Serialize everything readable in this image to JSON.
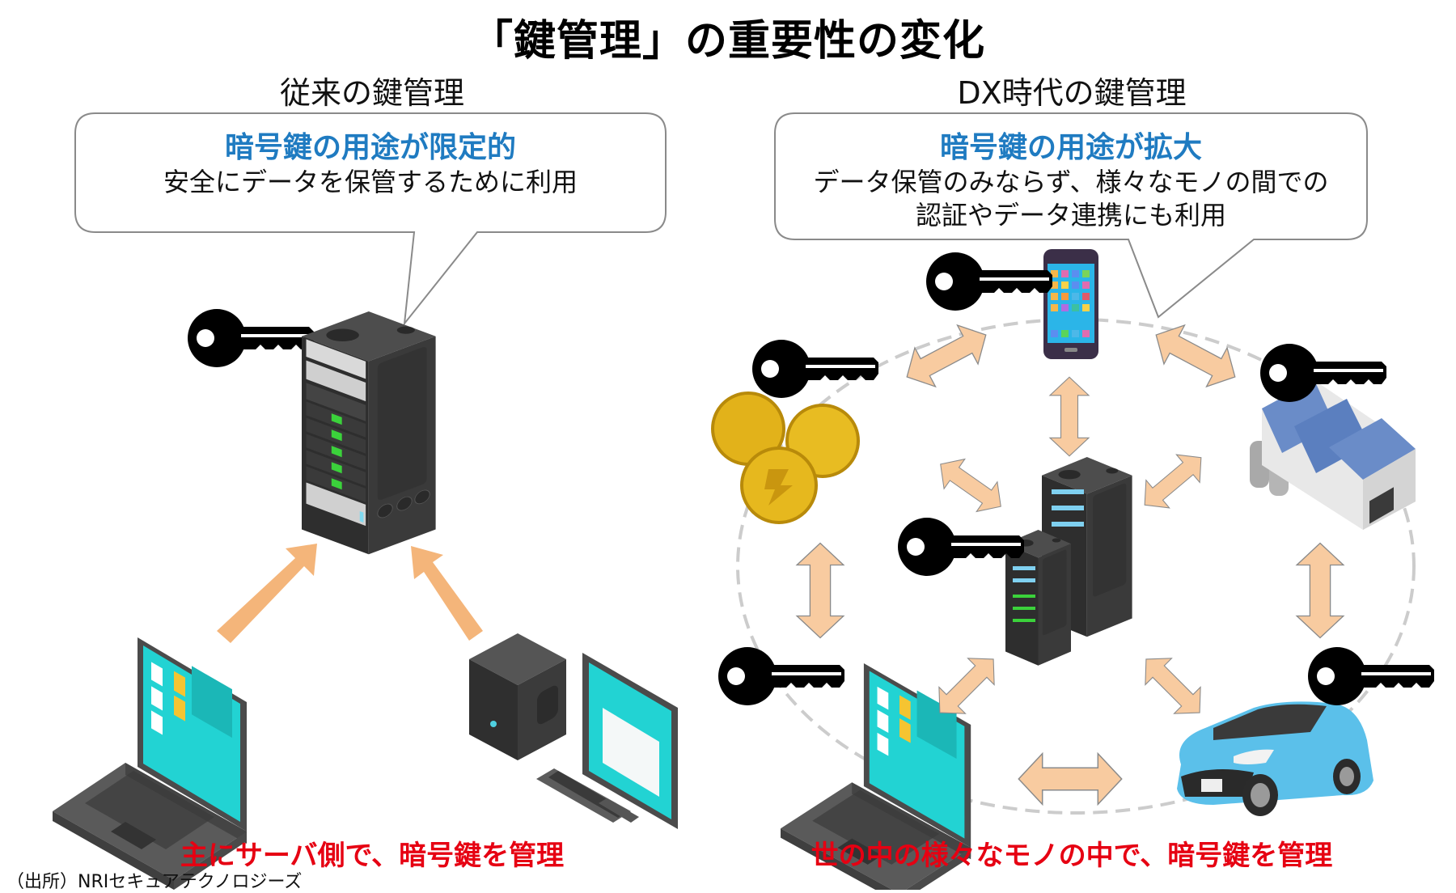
{
  "title": "「鍵管理」の重要性の変化",
  "left": {
    "heading": "従来の鍵管理",
    "callout": {
      "title": "暗号鍵の用途が限定的",
      "body": "安全にデータを保管するために利用"
    },
    "caption": "主にサーバ側で、暗号鍵を管理",
    "nodes": [
      "server-rack",
      "laptop",
      "desktop-pc"
    ],
    "icons": [
      "key-icon",
      "server-rack-icon",
      "laptop-icon",
      "desktop-pc-icon",
      "arrow-up-right-icon",
      "arrow-up-left-icon"
    ]
  },
  "right": {
    "heading": "DX時代の鍵管理",
    "callout": {
      "title": "暗号鍵の用途が拡大",
      "body_line1": "データ保管のみならず、様々なモノの間での",
      "body_line2": "認証やデータ連携にも利用"
    },
    "caption": "世の中の様々なモノの中で、暗号鍵を管理",
    "nodes": [
      "smartphone",
      "factory",
      "car",
      "laptop",
      "crypto-coins",
      "server-cluster"
    ],
    "icons": [
      "key-icon",
      "smartphone-icon",
      "factory-icon",
      "car-icon",
      "laptop-icon",
      "coins-icon",
      "server-cluster-icon",
      "double-arrow-icon"
    ]
  },
  "footer": "（出所）NRIセキュアテクノロジーズ",
  "colors": {
    "accent_blue": "#1f7bc1",
    "caption_red": "#e60012",
    "arrow_orange": "#f4b57a",
    "arrow_peach": "#f8cba0",
    "dashed_ring": "#cccccc"
  }
}
